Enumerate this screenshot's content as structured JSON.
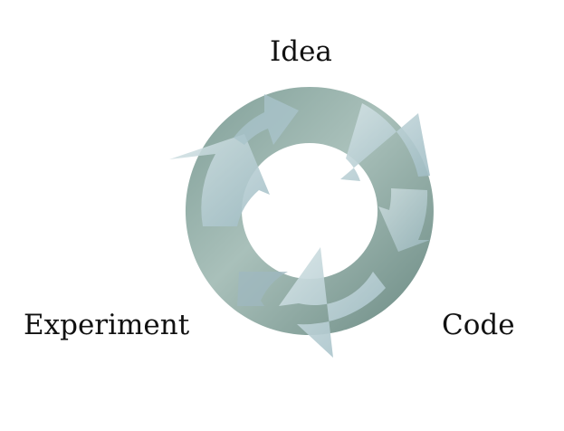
{
  "diagram": {
    "labels": {
      "idea": "Idea",
      "code": "Code",
      "experiment": "Experiment"
    },
    "colors": {
      "ring_dark": "#6f8d86",
      "ring_mid": "#8aa7a0",
      "ring_light": "#b3c9c3",
      "arrow_light": "#cfdfe3",
      "arrow_mid": "#a9c3ca",
      "label_text": "#111111"
    }
  }
}
